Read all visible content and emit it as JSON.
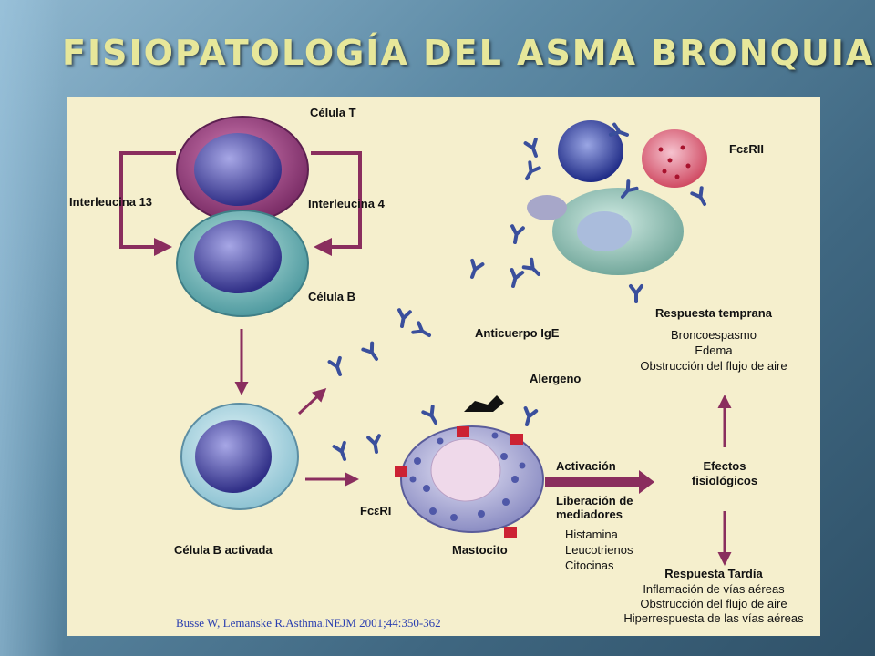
{
  "slide": {
    "title": "FISIOPATOLOGÍA DEL ASMA BRONQUIAL"
  },
  "diagram": {
    "labels": {
      "cell_t": "Célula T",
      "cell_b": "Célula B",
      "il13": "Interleucina 13",
      "il4": "Interleucina 4",
      "anticuerpo": "Anticuerpo IgE",
      "alergeno": "Alergeno",
      "fcerii": "FcεRII",
      "fceri": "FcεRI",
      "cell_b_act": "Célula B activada",
      "mastocito": "Mastocito",
      "activacion": "Activación",
      "liberacion": "Liberación de mediadores",
      "efectos": "Efectos fisiológicos"
    },
    "mediators": [
      "Histamina",
      "Leucotrienos",
      "Citocinas"
    ],
    "early": {
      "title": "Respuesta temprana",
      "items": [
        "Broncoespasmo",
        "Edema",
        "Obstrucción del flujo de aire"
      ]
    },
    "late": {
      "title": "Respuesta Tardía",
      "items": [
        "Inflamación de vías aéreas",
        "Obstrucción del flujo de aire",
        "Hiperrespuesta de las vías aéreas"
      ]
    },
    "citation": "Busse W, Lemanske R.Asthma.NEJM 2001;44:350-362"
  },
  "colors": {
    "arrow": "#8a2e5e",
    "antibody": "#3a4f9c",
    "receptor": "#cc2233",
    "title": "#e7e79a",
    "citation": "#2b3fb0"
  }
}
